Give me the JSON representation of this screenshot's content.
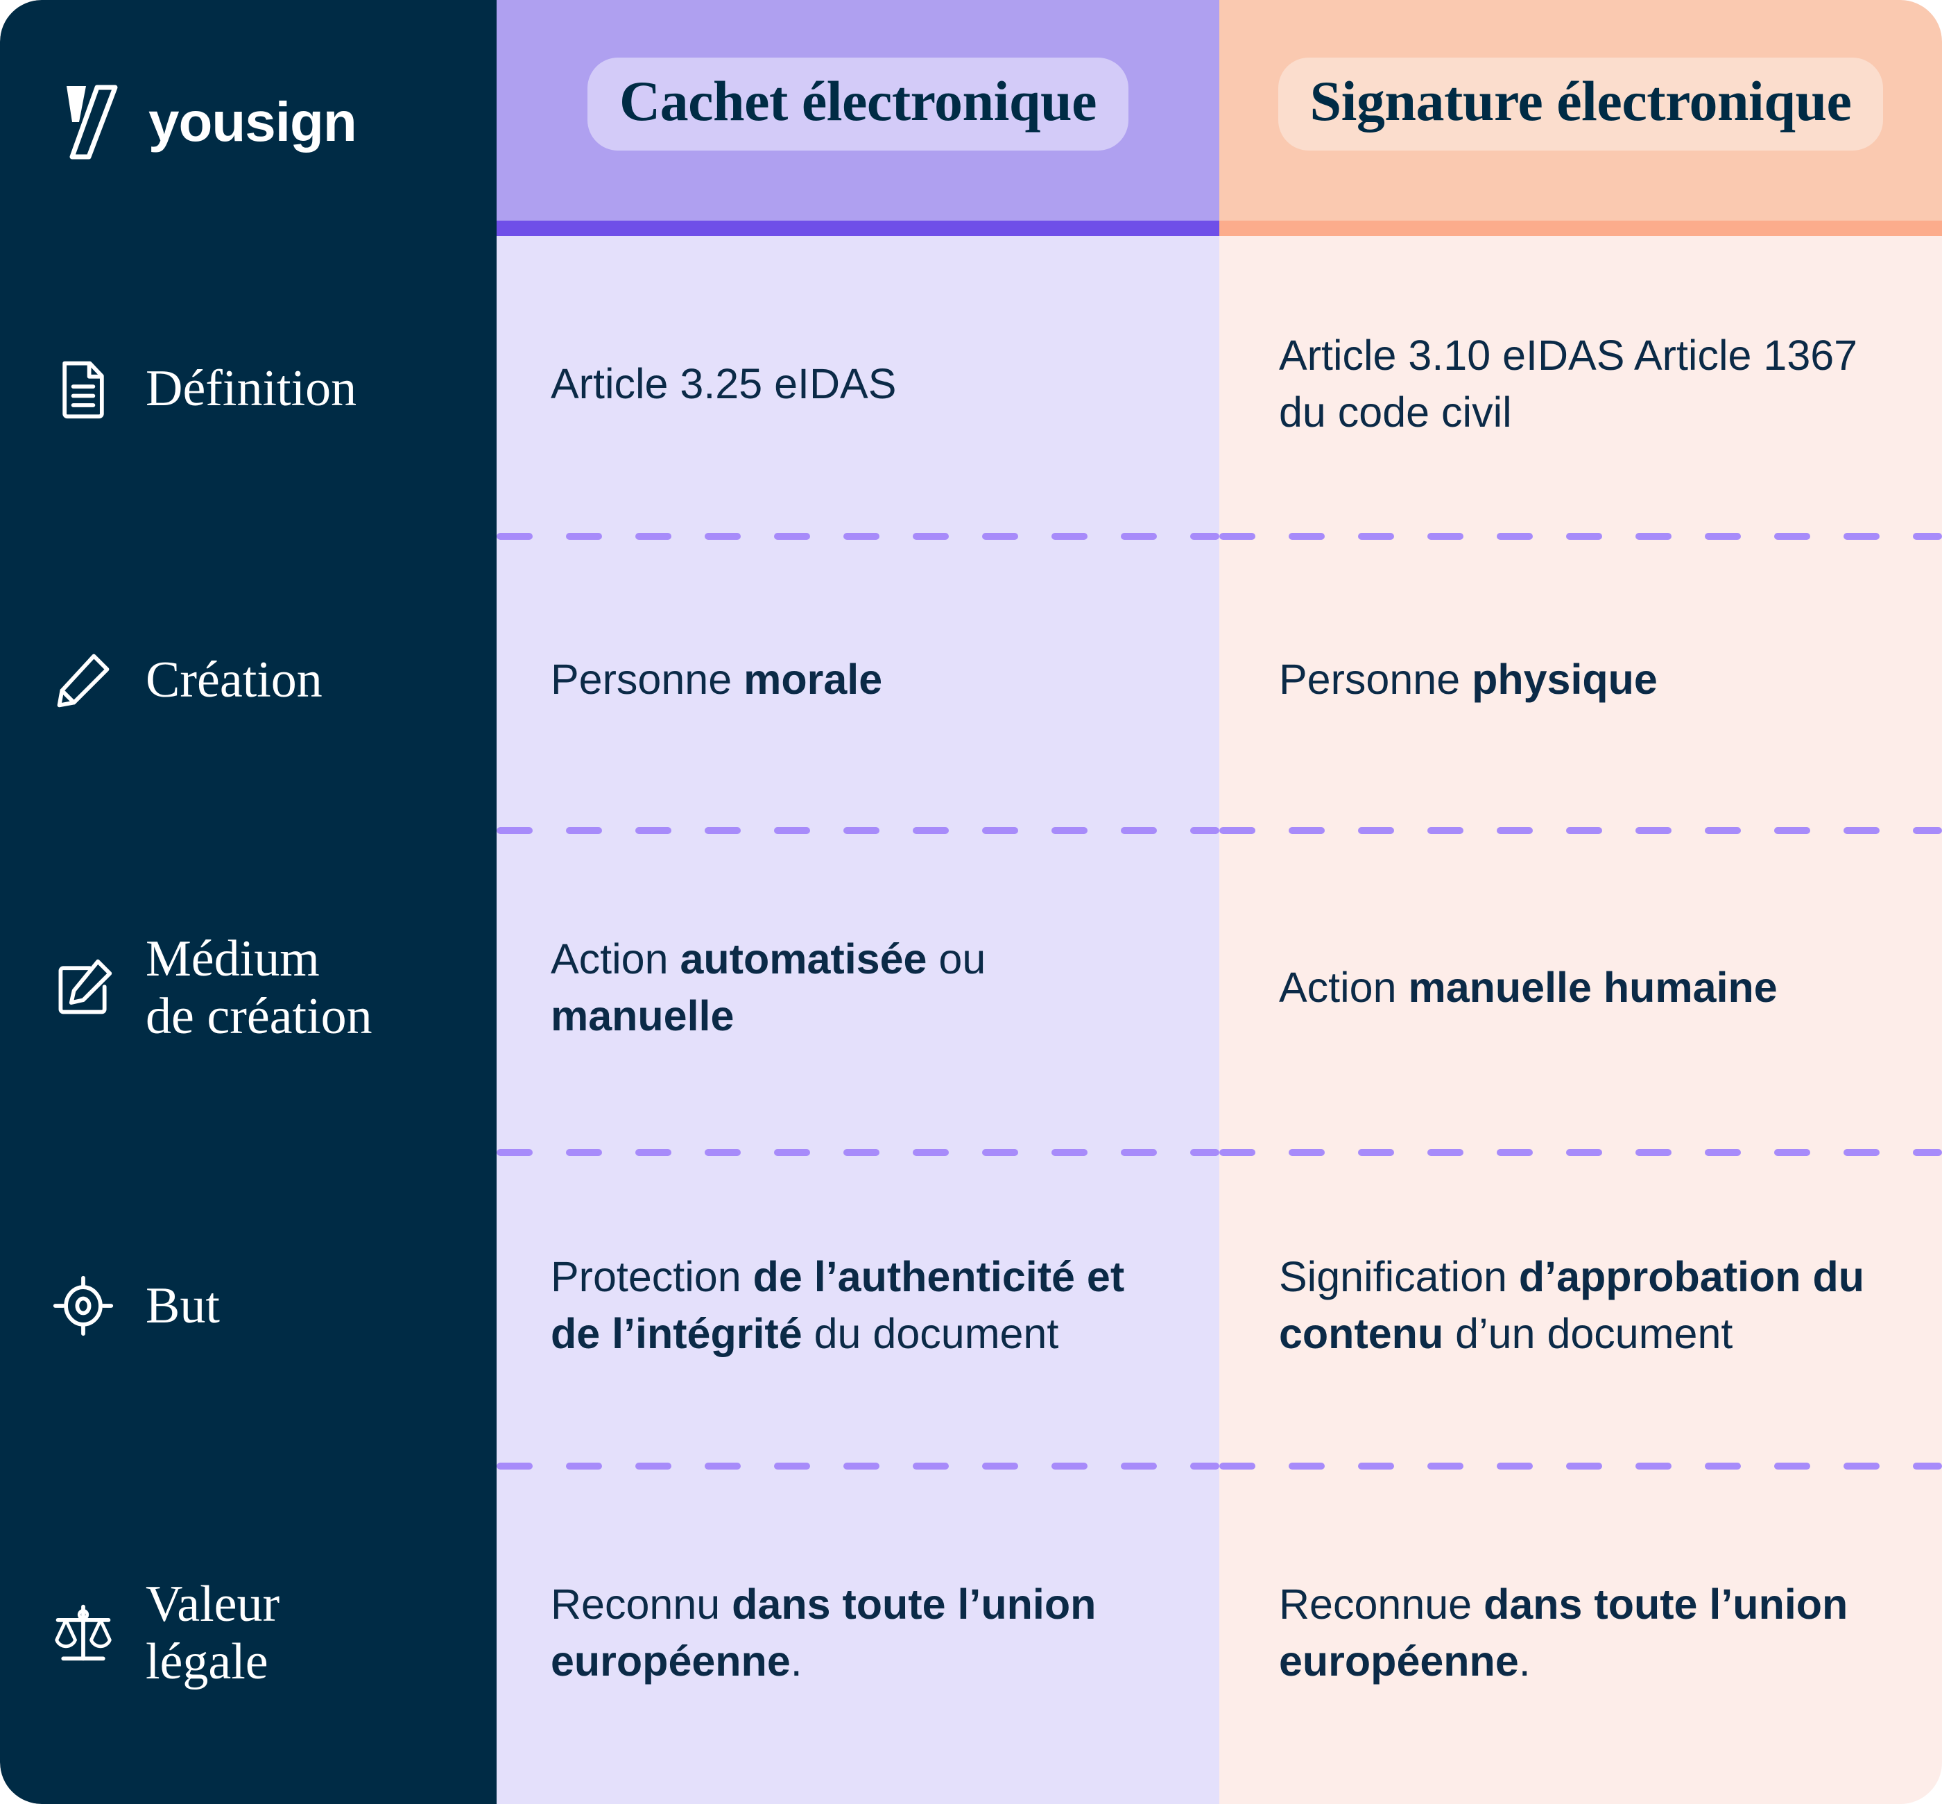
{
  "brand": {
    "name": "yousign",
    "logo_icon": "yousign-logo-icon"
  },
  "columns": [
    {
      "key": "cachet",
      "title": "Cachet électronique",
      "accent": "#6F4FE8",
      "header_bg": "#AFA0F0",
      "body_bg": "#E4E0FB",
      "pill_bg": "#D3CBF8"
    },
    {
      "key": "signature",
      "title": "Signature électronique",
      "accent": "#FCAC8C",
      "header_bg": "#FAC9B0",
      "body_bg": "#FDEDE9",
      "pill_bg": "#FBDDCD"
    }
  ],
  "theme": {
    "sidebar_bg": "#002B45",
    "text_dark": "#0B2A47",
    "dash_color": "#A78BFA",
    "white": "#FFFFFF"
  },
  "rows": [
    {
      "key": "definition",
      "label": "Définition",
      "icon": "document-lines-icon",
      "cachet": {
        "text": "Article 3.25 eIDAS",
        "bold": ""
      },
      "signature": {
        "text": "Article 3.10 eIDAS Article 1367 du code civil",
        "bold": ""
      }
    },
    {
      "key": "creation",
      "label": "Création",
      "icon": "pencil-icon",
      "cachet": {
        "prefix": "Personne ",
        "bold": "morale",
        "suffix": ""
      },
      "signature": {
        "prefix": "Personne ",
        "bold": "physique",
        "suffix": ""
      }
    },
    {
      "key": "medium-de-creation",
      "label": "Médium\nde création",
      "icon": "square-pen-icon",
      "cachet": {
        "prefix": "Action ",
        "bold": "automatisée",
        "mid": " ou ",
        "bold2": "manuelle",
        "suffix": ""
      },
      "signature": {
        "prefix": "Action ",
        "bold": "manuelle humaine",
        "suffix": ""
      }
    },
    {
      "key": "but",
      "label": "But",
      "icon": "target-crosshair-icon",
      "cachet": {
        "prefix": "Protection ",
        "bold": "de l’authenticité et de l’intégrité",
        "suffix": " du document"
      },
      "signature": {
        "prefix": "Signification ",
        "bold": "d’approbation du contenu",
        "suffix": " d’un document"
      }
    },
    {
      "key": "valeur-legale",
      "label": "Valeur\nlégale",
      "icon": "balance-scale-icon",
      "cachet": {
        "prefix": "Reconnu ",
        "bold": "dans toute l’union européenne",
        "suffix": "."
      },
      "signature": {
        "prefix": "Reconnue ",
        "bold": "dans toute l’union européenne",
        "suffix": "."
      }
    }
  ]
}
